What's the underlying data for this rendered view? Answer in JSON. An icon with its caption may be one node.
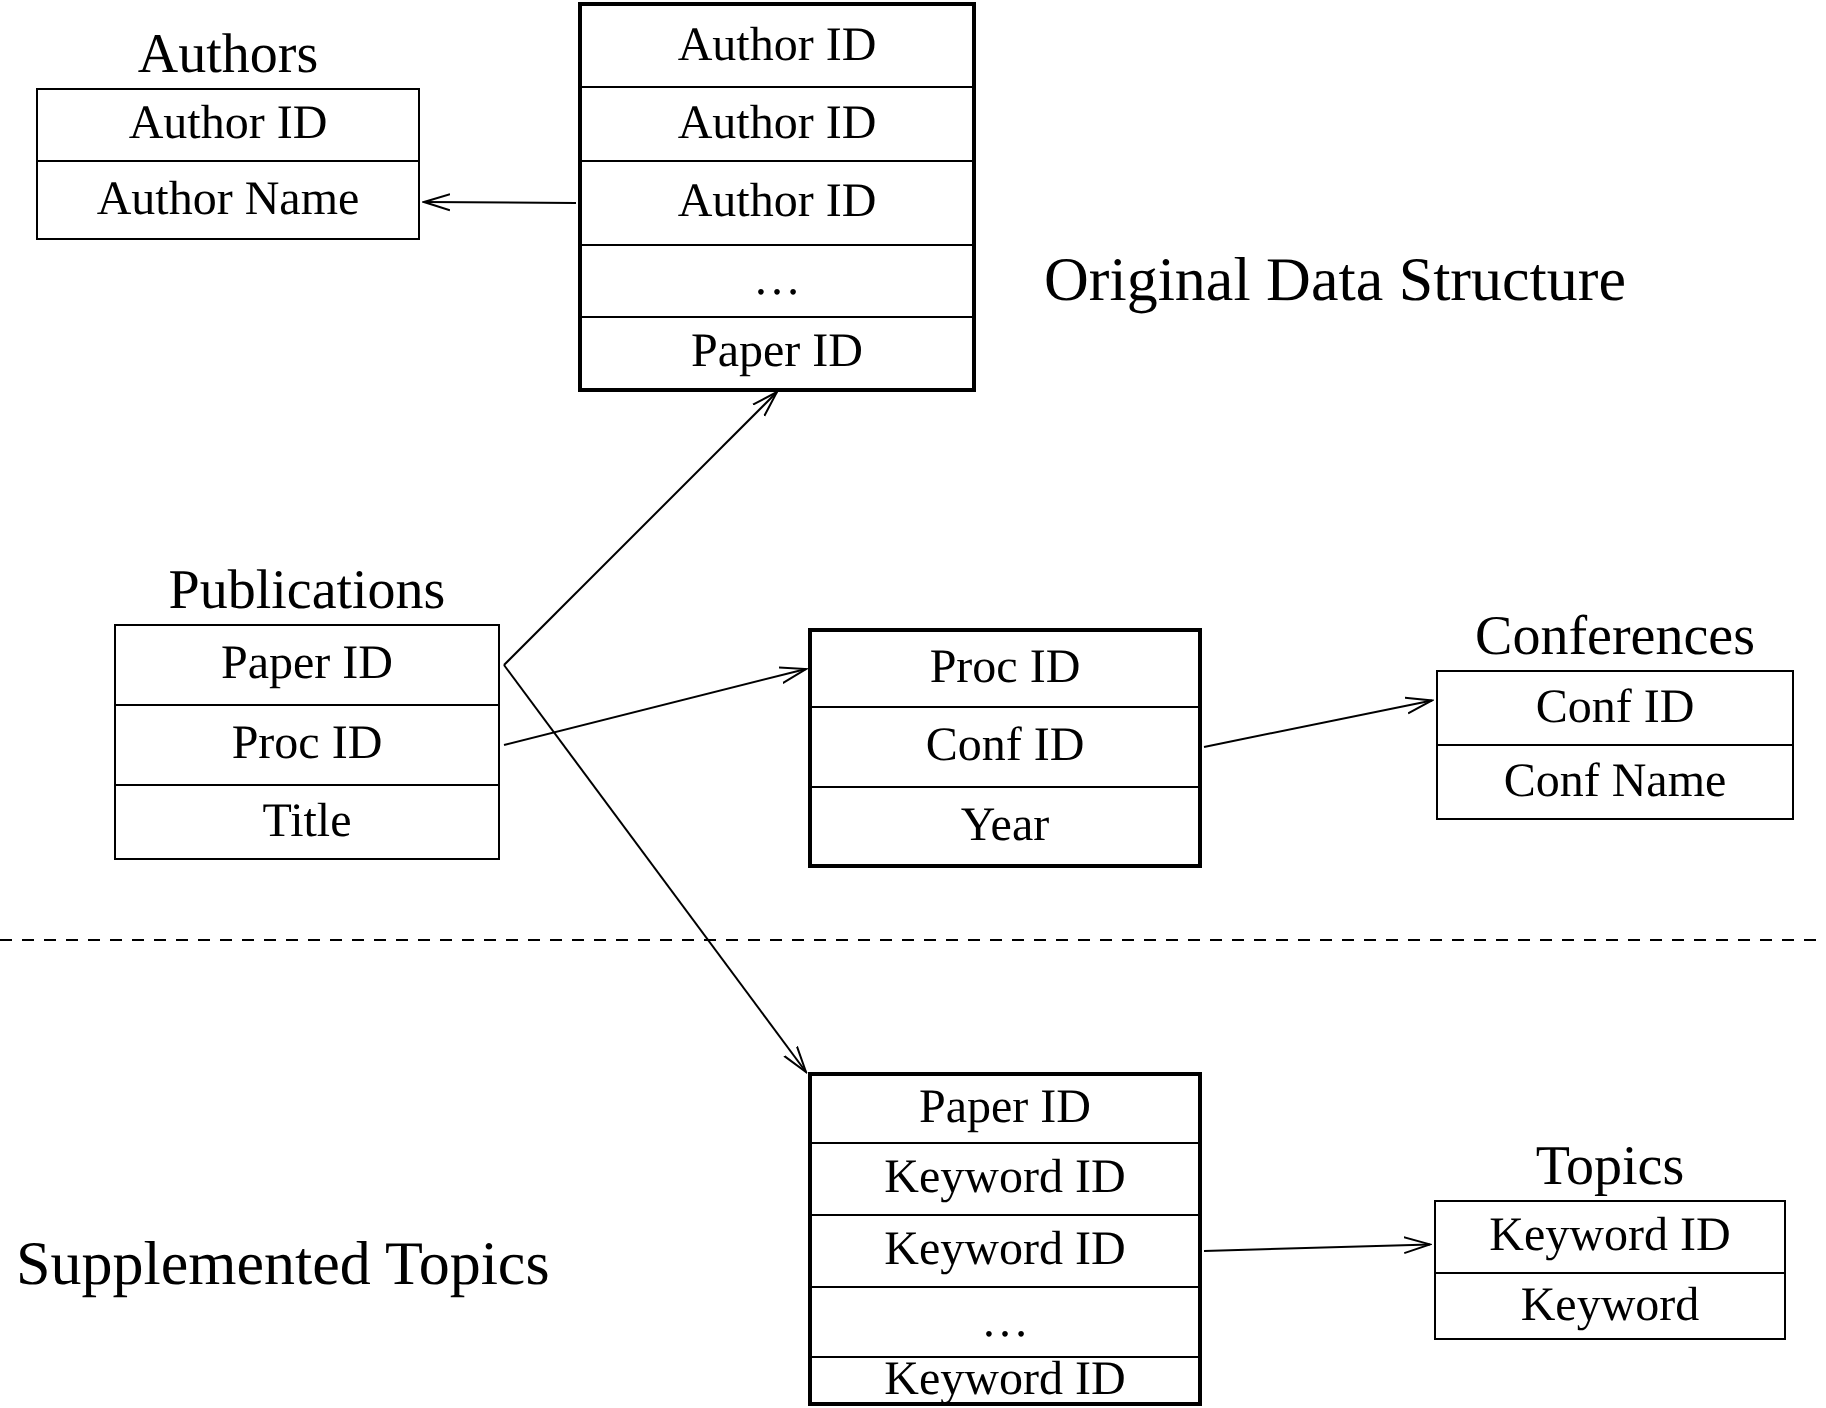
{
  "diagram": {
    "nodes": [
      {
        "text": [
          "Authors"
        ]
      },
      {
        "text": [
          "Author ID"
        ],
        "in": 0
      },
      {
        "text": [
          "Author Name"
        ],
        "in": 0
      },
      {
        "text": [],
        "shape": "box"
      },
      {
        "text": [
          "Author ID"
        ],
        "in": 3
      },
      {
        "text": [
          "Author ID"
        ],
        "in": 3
      },
      {
        "text": [
          "Author ID"
        ],
        "in": 3
      },
      {
        "text": [
          "…"
        ],
        "in": 3
      },
      {
        "text": [
          "Paper ID"
        ],
        "in": 3
      },
      {
        "text": [
          "Publications"
        ]
      },
      {
        "text": [
          "Paper ID"
        ],
        "in": 9
      },
      {
        "text": [
          "Proc ID"
        ],
        "in": 9
      },
      {
        "text": [
          "Title"
        ],
        "in": 9
      },
      {
        "text": [],
        "shape": "box"
      },
      {
        "text": [
          "Proc ID"
        ],
        "in": 13
      },
      {
        "text": [
          "Conf ID"
        ],
        "in": 13
      },
      {
        "text": [
          "Year"
        ],
        "in": 13
      },
      {
        "text": [
          "Conferences"
        ]
      },
      {
        "text": [
          "Conf ID"
        ],
        "in": 17
      },
      {
        "text": [
          "Conf Name"
        ],
        "in": 17
      },
      {
        "text": [],
        "shape": "box"
      },
      {
        "text": [
          "Paper ID"
        ],
        "in": 20
      },
      {
        "text": [
          "Keyword ID"
        ],
        "in": 20
      },
      {
        "text": [
          "Keyword ID"
        ],
        "in": 20
      },
      {
        "text": [
          "…"
        ],
        "in": 20
      },
      {
        "text": [
          "Keyword ID"
        ],
        "in": 20
      },
      {
        "text": [
          "Topics"
        ]
      },
      {
        "text": [
          "Keyword ID"
        ],
        "in": 26
      },
      {
        "text": [
          "Keyword"
        ],
        "in": 26
      }
    ],
    "edges": [
      {
        "from": 6,
        "to": 0,
        "arrow": "to"
      },
      {
        "from": 10,
        "to": 8,
        "arrow": "to"
      },
      {
        "from": 11,
        "to": 14,
        "arrow": "to"
      },
      {
        "from": 15,
        "to": 18,
        "arrow": "to"
      },
      {
        "from": 10,
        "to": 21,
        "arrow": "to"
      },
      {
        "from": 23,
        "to": 27,
        "arrow": "to"
      }
    ],
    "labels": [
      "Original Data Structure",
      "Supplemented Topics"
    ]
  }
}
